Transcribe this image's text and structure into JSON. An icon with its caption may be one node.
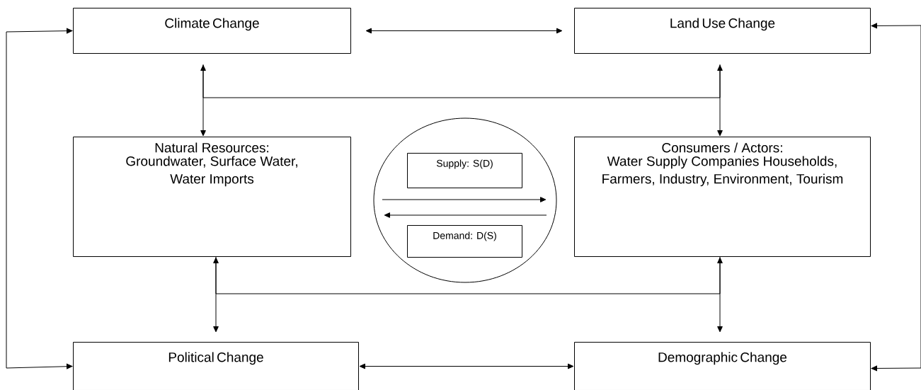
{
  "diagram": {
    "nodes": [
      {
        "text": [
          "Climate Change"
        ]
      },
      {
        "text": [
          "Land Use Change"
        ]
      },
      {
        "text": [
          "Natural Resources:",
          "Groundwater, Surface Water, Water Imports"
        ]
      },
      {
        "text": [],
        "shape": "circle"
      },
      {
        "text": [
          "Supply: S(D)"
        ],
        "in": 3
      },
      {
        "text": [
          "Demand: D(S)"
        ],
        "in": 3
      },
      {
        "text": [
          "Consumers / Actors:",
          "Water Supply Companies Households, Farmers, Industry, Environment, Tourism"
        ]
      },
      {
        "text": [
          "Political Change"
        ]
      },
      {
        "text": [
          "Demographic Change"
        ]
      }
    ],
    "edges": [
      {
        "from": 0,
        "to": 1,
        "arrow": "both"
      },
      {
        "from": 7,
        "to": 0,
        "arrow": "both"
      },
      {
        "from": 1,
        "to": 8,
        "arrow": "both"
      },
      {
        "from": 0,
        "to": 2,
        "arrow": "both"
      },
      {
        "from": 1,
        "to": 6,
        "arrow": "both"
      },
      {
        "from": 0,
        "to": 1,
        "arrow": "none"
      },
      {
        "from": 2,
        "to": 7,
        "arrow": "both"
      },
      {
        "from": 6,
        "to": 8,
        "arrow": "both"
      },
      {
        "from": 2,
        "to": 6,
        "arrow": "none"
      },
      {
        "from": 7,
        "to": 8,
        "arrow": "both"
      }
    ]
  }
}
